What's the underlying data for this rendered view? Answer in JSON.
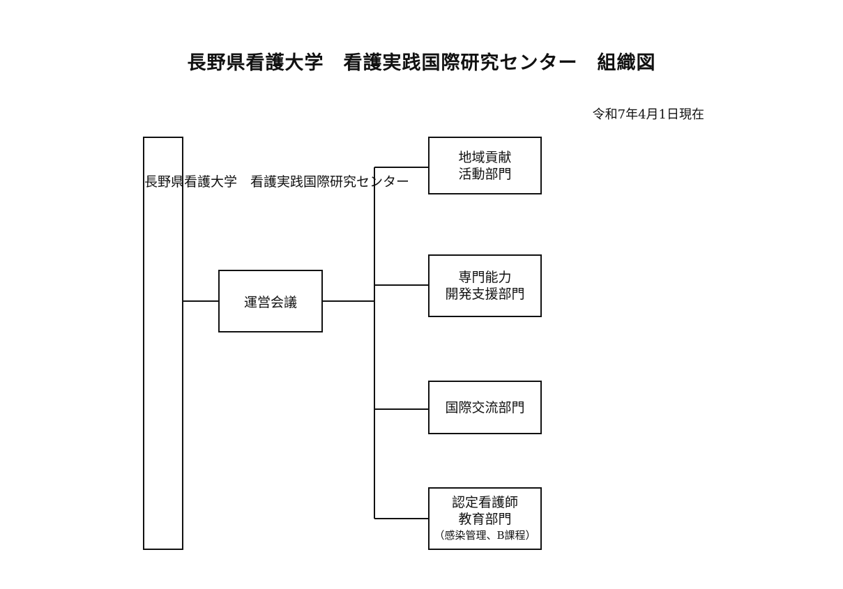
{
  "title": "長野県看護大学　看護実践国際研究センター　組織図",
  "date": "令和7年4月1日現在",
  "university_box": {
    "text": "長野県看護大学　看護実践国際研究センター"
  },
  "meeting_box": {
    "label": "運営会議"
  },
  "departments": [
    {
      "lines": [
        "地域貢献",
        "活動部門"
      ]
    },
    {
      "lines": [
        "専門能力",
        "開発支援部門"
      ]
    },
    {
      "lines": [
        "国際交流部門"
      ]
    },
    {
      "lines": [
        "認定看護師",
        "教育部門"
      ],
      "note": "（感染管理、B課程）"
    }
  ]
}
